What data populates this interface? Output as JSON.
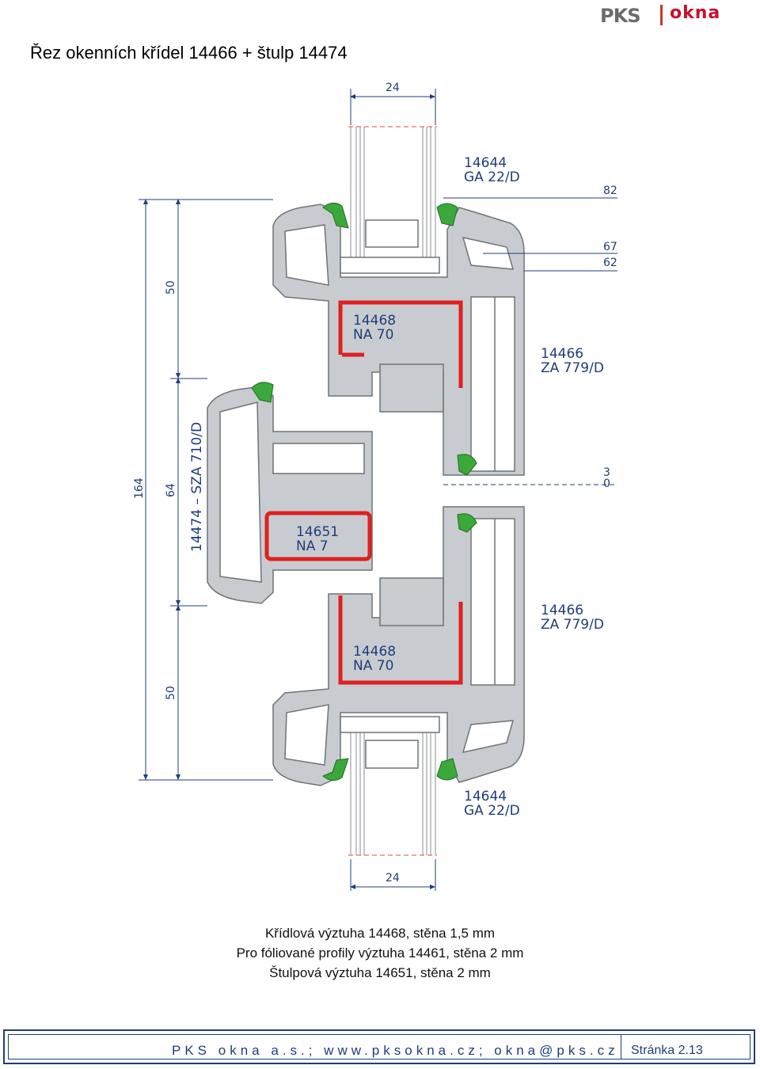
{
  "title": "Řez okenních křídel 14466 + štulp 14474",
  "logo": {
    "brand": "PKS",
    "product": "okna"
  },
  "dimensions": {
    "top_width": "24",
    "bottom_width": "24",
    "right_82": "82",
    "right_67": "67",
    "right_62": "62",
    "right_3": "3",
    "right_0": "0",
    "left_total": "164",
    "left_upper": "50",
    "left_middle": "64",
    "left_lower": "50",
    "stulp_label": "14474 – SZA 710/D"
  },
  "labels": {
    "glazing_top_code": "14644",
    "glazing_top_name": "GA 22/D",
    "reinf_top_code": "14468",
    "reinf_top_name": "NA 70",
    "sash_top_code": "14466",
    "sash_top_name": "ZA 779/D",
    "stulp_reinf_code": "14651",
    "stulp_reinf_name": "NA 7",
    "sash_bottom_code": "14466",
    "sash_bottom_name": "ZA 779/D",
    "reinf_bottom_code": "14468",
    "reinf_bottom_name": "NA 70",
    "glazing_bottom_code": "14644",
    "glazing_bottom_name": "GA 22/D"
  },
  "captions": [
    "Křídlová výztuha 14468, stěna 1,5 mm",
    "Pro fóliované profily výztuha 14461, stěna 2 mm",
    "Štulpová výztuha 14651, stěna 2 mm"
  ],
  "footer": {
    "contact": "PKS okna a.s.; www.pksokna.cz; okna@pks.cz",
    "page": "Stránka 2.13"
  },
  "colors": {
    "profile": "#c8ccd0",
    "profile_edge": "#6e7378",
    "reinforcement": "#e02020",
    "gasket": "#3aa83a",
    "dimension": "#1f3d7a"
  }
}
